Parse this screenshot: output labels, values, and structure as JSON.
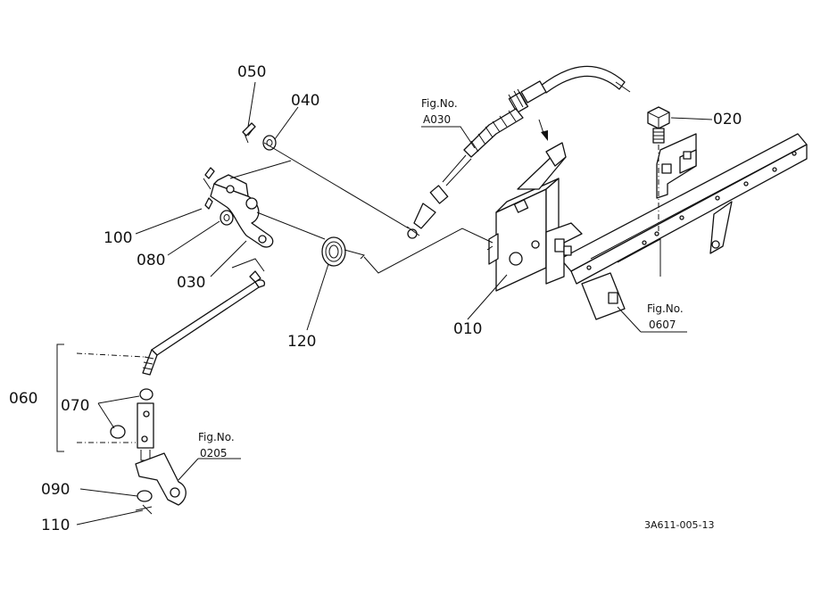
{
  "labels": {
    "p050": "050",
    "p040": "040",
    "p020": "020",
    "p100": "100",
    "p080": "080",
    "p030": "030",
    "p120": "120",
    "p010": "010",
    "p060": "060",
    "p070": "070",
    "p090": "090",
    "p110": "110"
  },
  "references": {
    "a030": {
      "line1": "Fig.No.",
      "line2": "A030"
    },
    "r0607": {
      "line1": "Fig.No.",
      "line2": "0607"
    },
    "r0205": {
      "line1": "Fig.No.",
      "line2": "0205"
    }
  },
  "drawing_code": "3A611-005-13"
}
